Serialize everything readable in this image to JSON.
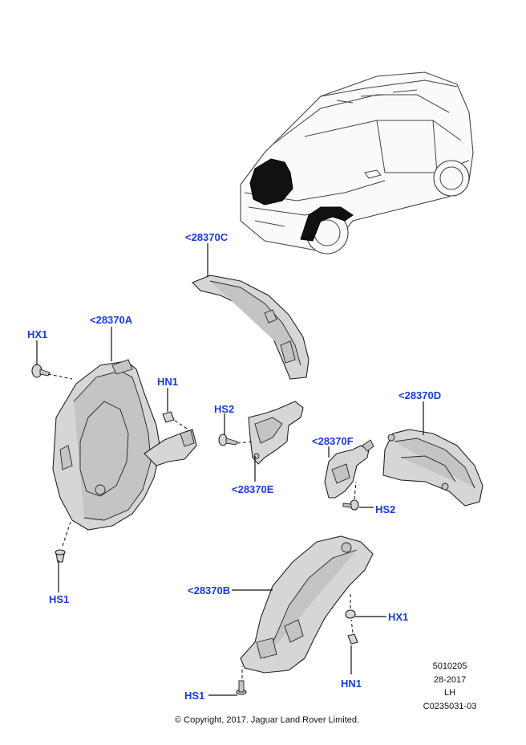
{
  "callouts": {
    "c28370C": "<28370C",
    "c28370A": "<28370A",
    "c28370D": "<28370D",
    "c28370E": "<28370E",
    "c28370F": "<28370F",
    "c28370B": "<28370B",
    "hx1_top": "HX1",
    "hx1_bottom": "HX1",
    "hn1_top": "HN1",
    "hn1_bottom": "HN1",
    "hs2_left": "HS2",
    "hs2_right": "HS2",
    "hs1_left": "HS1",
    "hs1_bottom": "HS1"
  },
  "meta": {
    "line1": "5010205",
    "line2": "28-2017",
    "line3": "LH",
    "line4": "C0235031-03"
  },
  "copyright": "© Copyright, 2017. Jaguar Land Rover Limited.",
  "colors": {
    "callout": "#1a3bd6",
    "part_fill": "#d6d6d6",
    "outline": "#222222"
  }
}
